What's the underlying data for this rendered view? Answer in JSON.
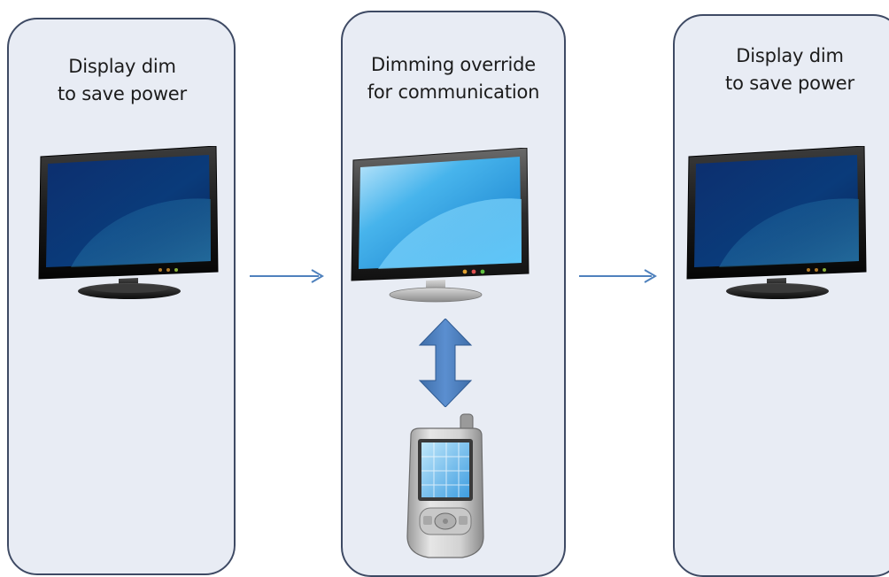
{
  "panels": [
    {
      "label_line1": "Display dim",
      "label_line2": "to save power",
      "monitor_state": "dimmed"
    },
    {
      "label_line1": "Dimming override",
      "label_line2": "for communication",
      "monitor_state": "bright"
    },
    {
      "label_line1": "Display dim",
      "label_line2": "to save power",
      "monitor_state": "dimmed"
    }
  ],
  "icons": {
    "monitor": "monitor-icon",
    "arrow": "right-arrow-icon",
    "double_arrow": "vertical-double-arrow-icon",
    "device": "handheld-device-icon"
  },
  "colors": {
    "panel_fill": "#e8ecf4",
    "panel_border": "#3e4a64",
    "arrow": "#4f81bd",
    "double_arrow": "#4a78b5",
    "dim_screen": "#0f2e6e",
    "bright_screen": "#2ea6e6"
  }
}
